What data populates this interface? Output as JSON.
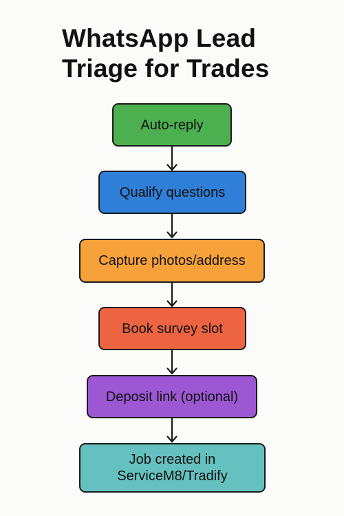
{
  "title": {
    "line1": "WhatsApp Lead",
    "line2": "Triage for Trades"
  },
  "steps": [
    {
      "label": "Auto-reply",
      "color": "#4caf50"
    },
    {
      "label": "Qualify questions",
      "color": "#2f7fd9"
    },
    {
      "label": "Capture photos/address",
      "color": "#f7a13a"
    },
    {
      "label": "Book survey slot",
      "color": "#ec6441"
    },
    {
      "label": "Deposit link (optional)",
      "color": "#9c57d2"
    },
    {
      "label": "Job created in\nServiceM8/Tradify",
      "color": "#65c1bf"
    }
  ],
  "arrow_color": "#1b1b1b"
}
